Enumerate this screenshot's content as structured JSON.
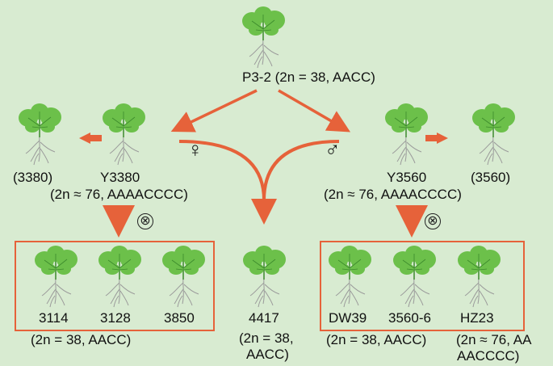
{
  "top": {
    "label": "P3-2 (2n = 38, AACC)"
  },
  "female_symbol": "♀",
  "male_symbol": "♂",
  "left": {
    "outlier_label": "(3380)",
    "name": "Y3380",
    "genome": "(2n ≈ 76, AAAACCCC)",
    "selfing_symbol": "⊗",
    "progeny": [
      "3114",
      "3128",
      "3850"
    ],
    "progeny_genome": "(2n = 38, AACC)"
  },
  "center": {
    "name": "4417",
    "genome_line1": "(2n = 38,",
    "genome_line2": "AACC)"
  },
  "right": {
    "outlier_label": "(3560)",
    "name": "Y3560",
    "genome": "(2n ≈ 76, AAAACCCC)",
    "selfing_symbol": "⊗",
    "progeny": [
      "DW39",
      "3560-6",
      "HZ23"
    ],
    "progeny_genome_left": "(2n = 38, AACC)",
    "progeny_genome_right_line1": "(2n ≈ 76, AA",
    "progeny_genome_right_line2": "AACCCC)"
  },
  "colors": {
    "background": "#d8ebd1",
    "arrow": "#e6623a",
    "leaf": "#6cc04a",
    "leaf_vein": "#3c8a2c",
    "root": "#9a9a9a"
  }
}
